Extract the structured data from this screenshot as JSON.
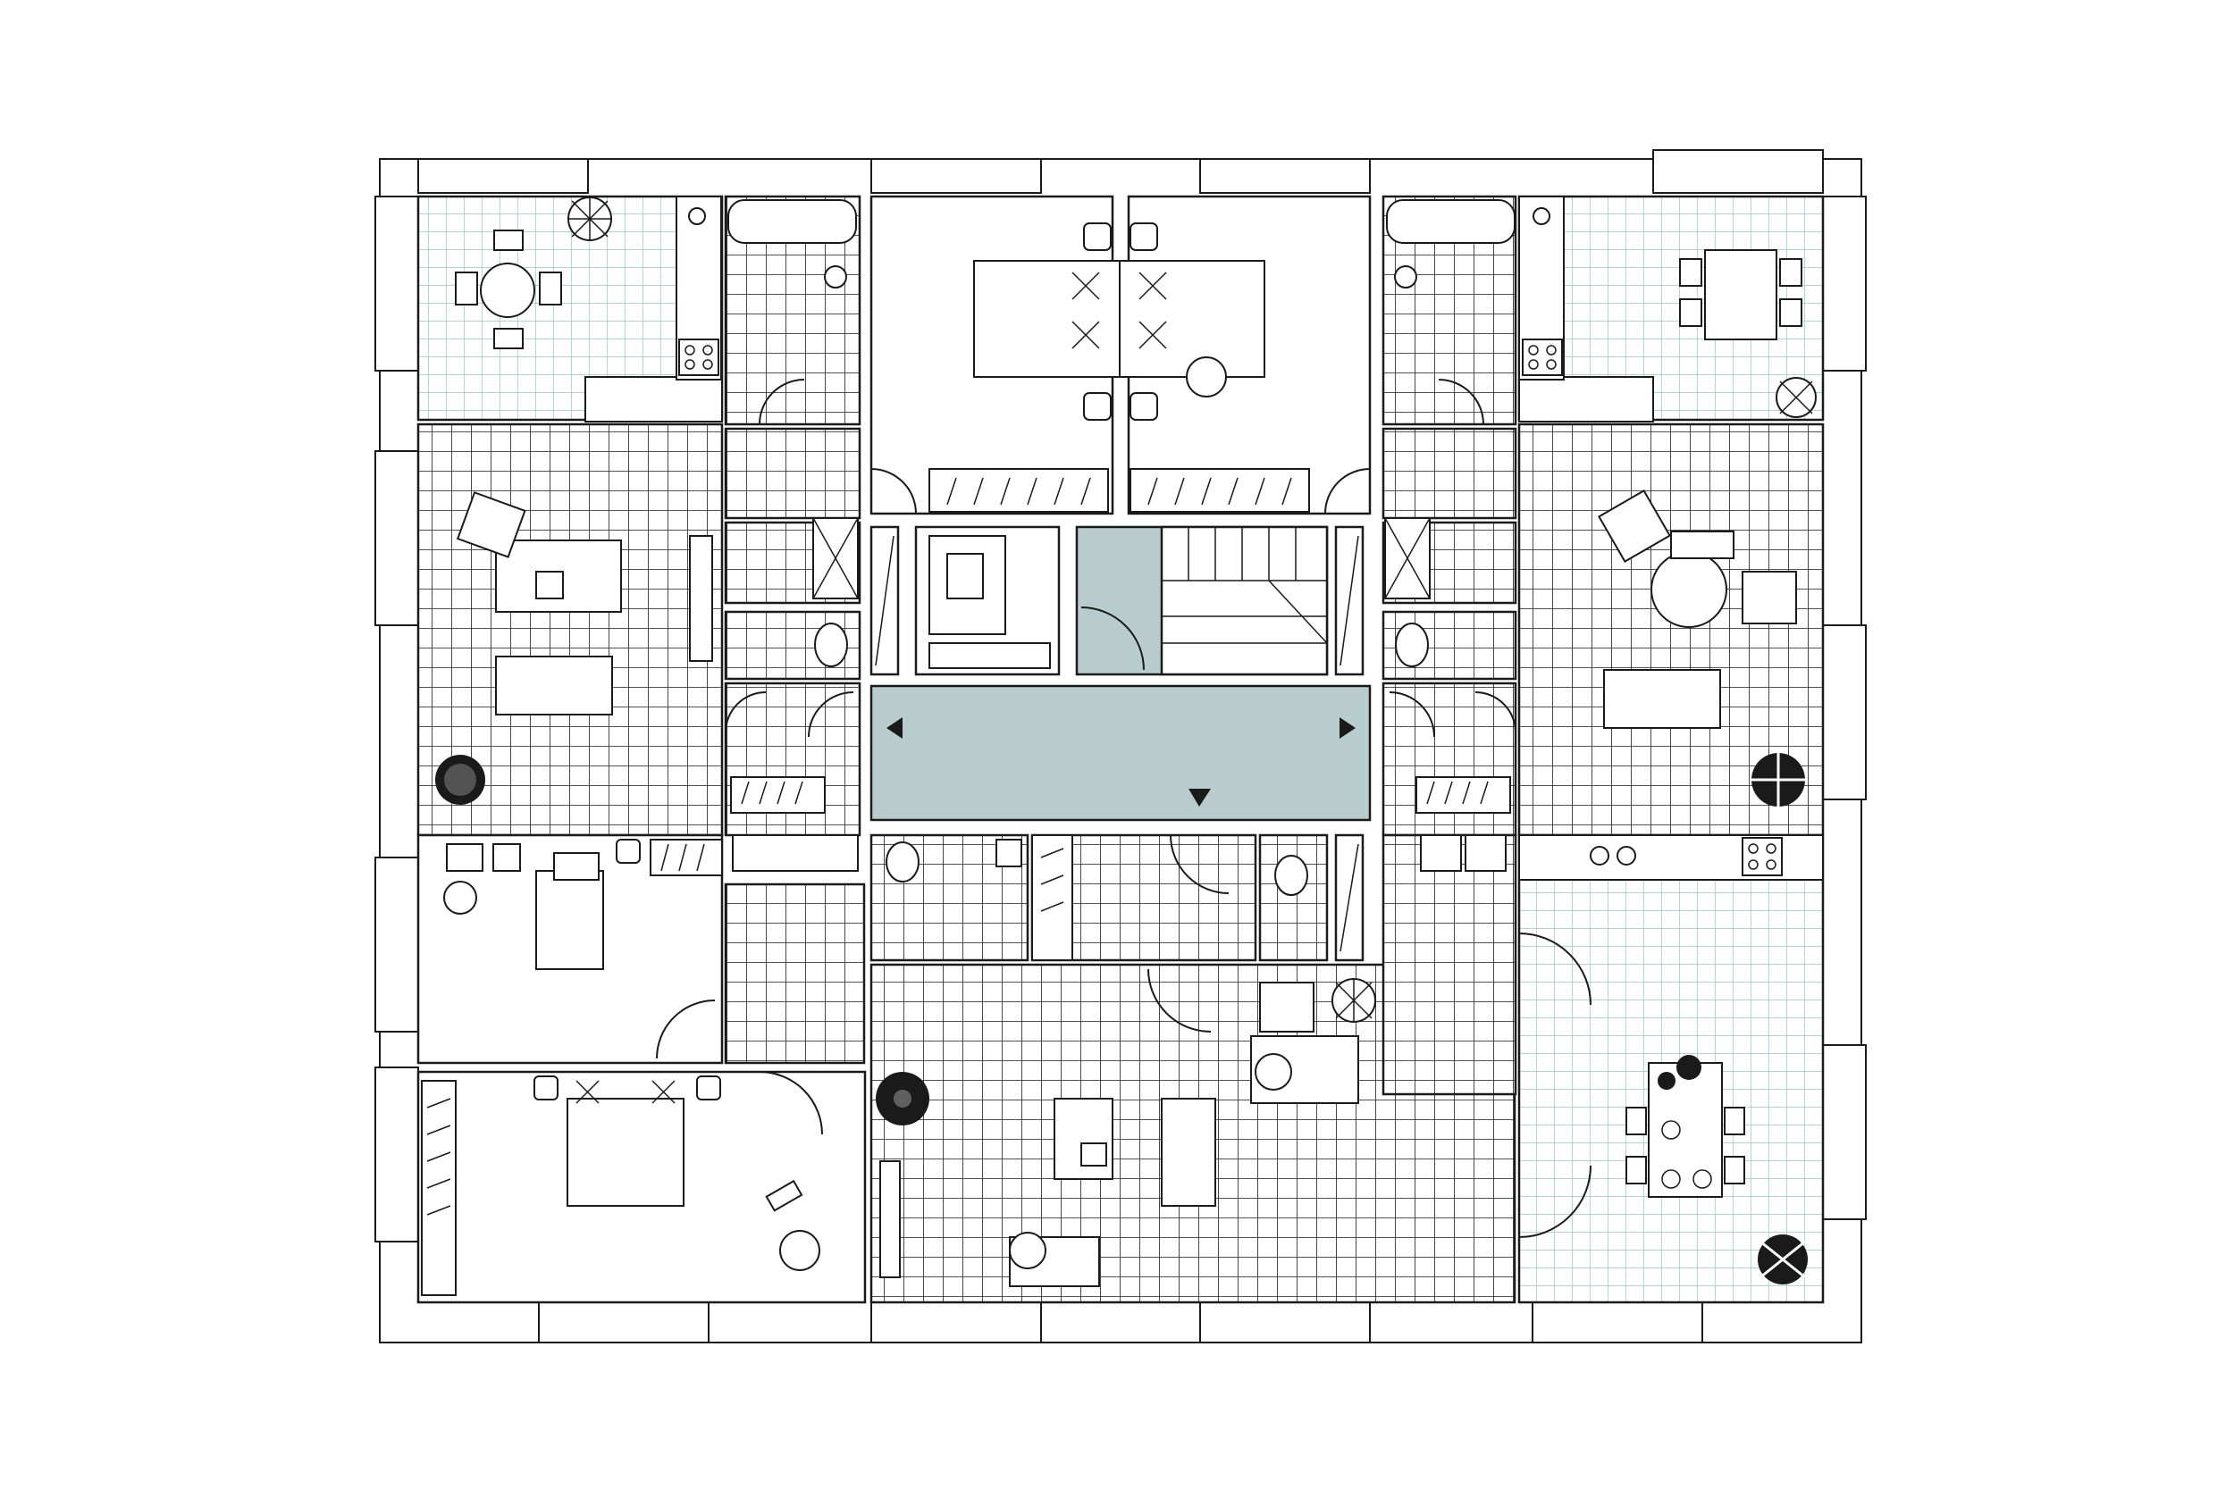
{
  "colors": {
    "wall_fill": "#ffffff",
    "line": "#1a1a1a",
    "tile_grid": "#1a1a1a",
    "kitchen_tile_grid": "#7fbfb4",
    "circulation_fill": "#b9cccd",
    "page_background": "#ffffff"
  },
  "plan": {
    "apartments": 4,
    "stair_direction_markers": [
      "left-arrow",
      "right-arrow",
      "down-arrow"
    ],
    "fixtures": [
      "bathtub",
      "sink",
      "toilet",
      "shower",
      "stove",
      "elevator",
      "staircase",
      "plants",
      "sofas",
      "tables",
      "chairs",
      "beds",
      "wardrobes"
    ]
  }
}
